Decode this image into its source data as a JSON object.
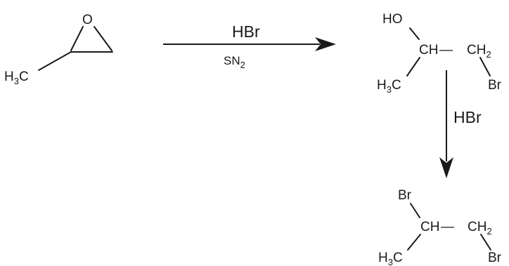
{
  "reactant": {
    "ring_oxygen": "O",
    "methyl": {
      "main": "H",
      "sub": "3",
      "tail": "C"
    }
  },
  "step1": {
    "reagent": "HBr",
    "condition": {
      "main": "SN",
      "sub": "2"
    }
  },
  "intermediate": {
    "hydroxyl": "HO",
    "methine": "CH",
    "bond_dash": "—",
    "methylene": {
      "main": "CH",
      "sub": "2"
    },
    "methyl": {
      "main": "H",
      "sub": "3",
      "tail": "C"
    },
    "bromine": "Br"
  },
  "step2": {
    "reagent": "HBr"
  },
  "product": {
    "bromine_top": "Br",
    "methine": "CH",
    "bond_dash": "—",
    "methylene": {
      "main": "CH",
      "sub": "2"
    },
    "methyl": {
      "main": "H",
      "sub": "3",
      "tail": "C"
    },
    "bromine_bottom": "Br"
  }
}
